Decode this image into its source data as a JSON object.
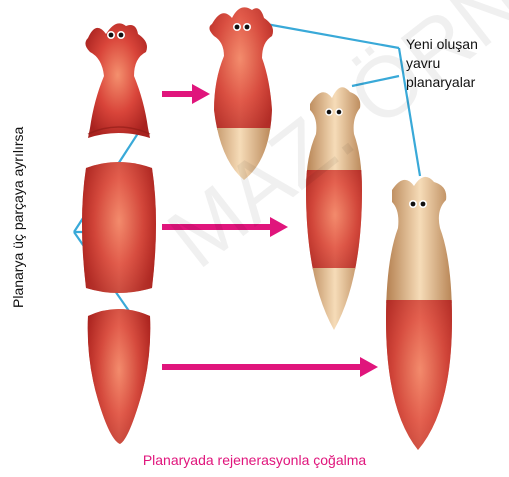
{
  "labels": {
    "split_label": "Planarya üç parçaya ayrılırsa",
    "new_offspring_line1": "Yeni oluşan",
    "new_offspring_line2": "yavru",
    "new_offspring_line3": "planaryalar",
    "caption": "Planaryada rejenerasyonla çoğalma",
    "watermark": "MAZ. ÖRNE"
  },
  "colors": {
    "body_red": "#c9312b",
    "body_light": "#f07a60",
    "regen_tan": "#e3bd8f",
    "arrow_magenta": "#e0157c",
    "line_blue": "#39a9d8",
    "caption_color": "#e0157c"
  }
}
